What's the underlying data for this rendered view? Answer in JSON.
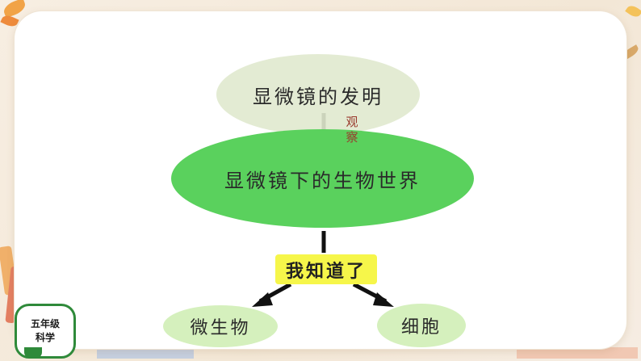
{
  "nodes": {
    "invention": "显微镜的发明",
    "micro_world": "显微镜下的生物世界",
    "i_know": "我知道了",
    "microorganisms": "微生物",
    "cells": "细胞"
  },
  "edge_label": {
    "char1": "观",
    "char2": "察"
  },
  "badge": {
    "line1": "五年级",
    "line2": "科学"
  },
  "colors": {
    "main_green": "#5ad15d",
    "light_green": "#d5f0bd",
    "pale_sage": "#e0e9ce",
    "highlight_yellow": "#f6f64a",
    "edge_label_red": "#9a3b2e",
    "badge_green": "#2f8a3a"
  }
}
